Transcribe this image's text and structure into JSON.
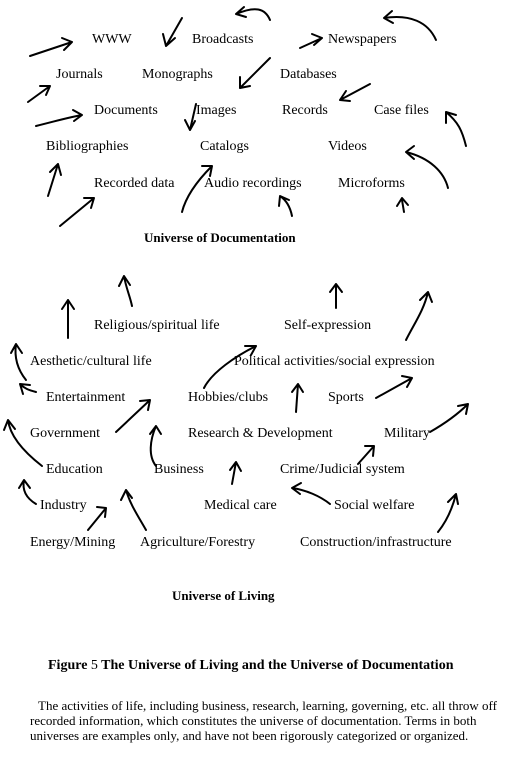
{
  "doc": {
    "title": "Universe of Documentation",
    "terms": [
      "WWW",
      "Broadcasts",
      "Newspapers",
      "Journals",
      "Monographs",
      "Databases",
      "Documents",
      "Images",
      "Records",
      "Case files",
      "Bibliographies",
      "Catalogs",
      "Videos",
      "Recorded data",
      "Audio recordings",
      "Microforms"
    ]
  },
  "living": {
    "title": "Universe of Living",
    "terms": [
      "Religious/spiritual life",
      "Self-expression",
      "Aesthetic/cultural life",
      "Political activities/social expression",
      "Entertainment",
      "Hobbies/clubs",
      "Sports",
      "Government",
      "Research & Development",
      "Military",
      "Education",
      "Business",
      "Crime/Judicial system",
      "Industry",
      "Medical care",
      "Social welfare",
      "Energy/Mining",
      "Agriculture/Forestry",
      "Construction/infrastructure"
    ]
  },
  "figure": {
    "label": "Figure",
    "number": "5",
    "caption": "The Universe of Living and the Universe of Documentation",
    "description": "The activities of life, including business, research, learning, governing, etc. all throw off recorded information, which constitutes the universe of documentation. Terms in both universes are examples only, and have not been rigorously categorized or organized."
  }
}
